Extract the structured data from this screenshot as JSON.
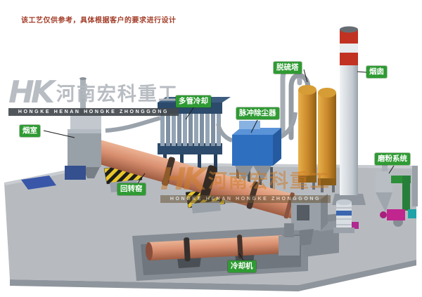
{
  "disclaimer": "该工艺仅供参考，具体根据客户的要求进行设计",
  "watermark_left": {
    "logo": "HK",
    "brand_cn": "河南宏科重工",
    "brand_en": "HONGKE  HENAN HONGKE ZHONGGONG"
  },
  "watermark_center": {
    "logo": "HK",
    "brand_cn": "河南宏科重工",
    "brand_en": "HONGKE  HENAN HONGKE ZHONGGONG"
  },
  "labels": {
    "smoke_chamber": "烟室",
    "rotary_kiln": "回转窑",
    "multi_tube_cooler": "多管冷却",
    "pulse_dust_collector": "脉冲除尘器",
    "desulfurization_tower": "脱硫塔",
    "chimney": "烟囱",
    "grinding_system": "磨粉系统",
    "cooling_machine": "冷却机"
  },
  "colors": {
    "label_green": "#2f9b33",
    "kiln_salmon": "#d88f70",
    "dust_collector_blue": "#2f6fc0",
    "tower_orange": "#c8862a",
    "chimney_red": "#c23222",
    "platform_gray": "#b7bbc0",
    "hazard_yellow": "#e9c62a",
    "watermark_gray": "#b3b8be",
    "watermark_orange": "#cd7c2b",
    "disclaimer_red": "#a33d28"
  }
}
